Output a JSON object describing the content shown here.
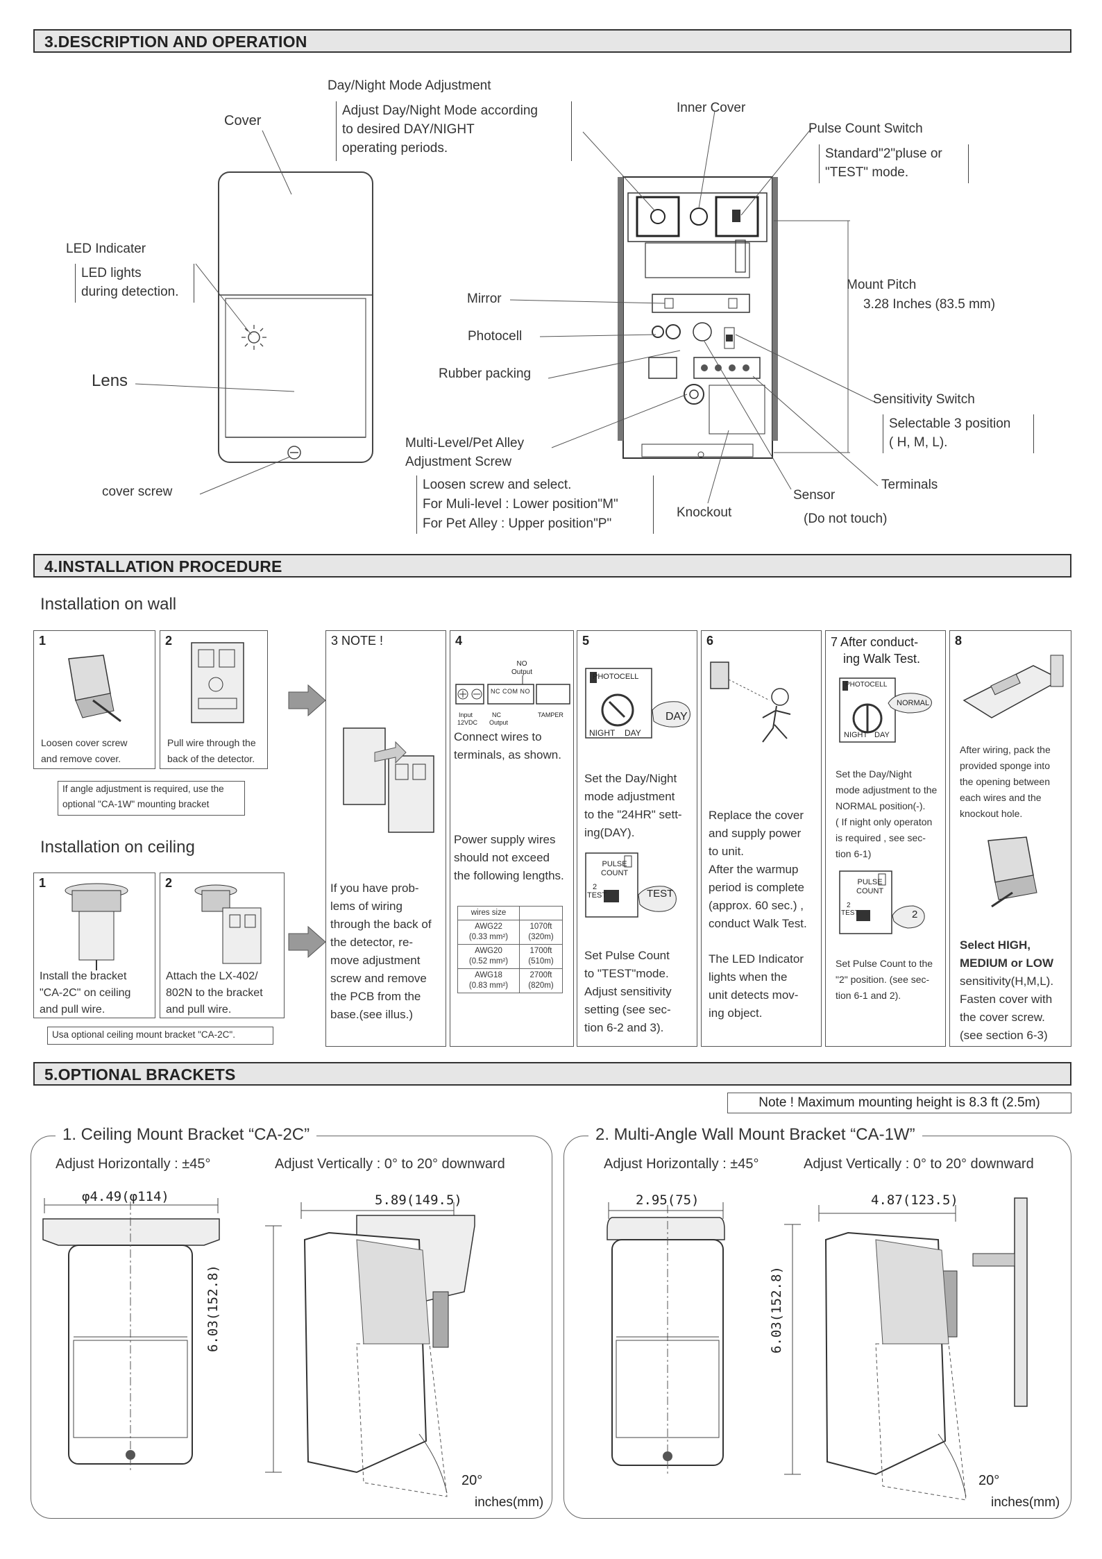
{
  "sec3": {
    "title": "3.DESCRIPTION AND OPERATION",
    "day_night_title": "Day/Night Mode Adjustment",
    "day_night_lines": [
      "Adjust Day/Night Mode according",
      "to desired DAY/NIGHT",
      "operating periods."
    ],
    "cover": "Cover",
    "led_title": "LED Indicater",
    "led_lines": [
      "LED lights",
      "during detection."
    ],
    "lens": "Lens",
    "cover_screw": "cover screw",
    "inner_cover": "Inner Cover",
    "pulse_title": "Pulse Count Switch",
    "pulse_lines": [
      "Standard\"2\"pluse or",
      "\"TEST\" mode."
    ],
    "mirror": "Mirror",
    "photocell": "Photocell",
    "rubber": "Rubber packing",
    "multilevel_lines": [
      "Multi-Level/Pet Alley",
      "Adjustment Screw"
    ],
    "loosen_lines": [
      "Loosen screw and select.",
      "For Muli-level : Lower position\"M\"",
      "For Pet Alley : Upper position\"P\""
    ],
    "mount_pitch_title": "Mount Pitch",
    "mount_pitch_value": "3.28 Inches (83.5 mm)",
    "sens_title": "Sensitivity Switch",
    "sens_lines": [
      "Selectable 3 position",
      "( H, M, L)."
    ],
    "terminals": "Terminals",
    "sensor": "Sensor",
    "sensor_note": "(Do not touch)",
    "knockout": "Knockout"
  },
  "sec4": {
    "title": "4.INSTALLATION PROCEDURE",
    "wall_title": "Installation on wall",
    "ceiling_title": "Installation on ceiling",
    "wall1": {
      "num": "1",
      "lines": [
        "Loosen cover screw",
        "and remove cover."
      ]
    },
    "wall2": {
      "num": "2",
      "lines": [
        "Pull wire through the",
        "back of the detector."
      ]
    },
    "wall_note": [
      "If angle adjustment is required, use the",
      "optional \"CA-1W\" mounting bracket"
    ],
    "ceil1": {
      "num": "1",
      "lines": [
        "Install the bracket",
        "\"CA-2C\" on ceiling",
        "and pull wire."
      ]
    },
    "ceil2": {
      "num": "2",
      "lines": [
        "Attach the LX-402/",
        "802N to the bracket",
        "and pull wire."
      ]
    },
    "ceil_note": "Usa optional ceiling mount bracket \"CA-2C\".",
    "p3": {
      "num": "3 NOTE !",
      "lines": [
        "If you have prob-",
        "lems of wiring",
        "through the back of",
        "the detector, re-",
        "move adjustment",
        "screw and remove",
        "the PCB from the",
        "base.(see illus.)"
      ]
    },
    "p4": {
      "num": "4",
      "term_no_output": [
        "NO",
        "Output"
      ],
      "term_labels": [
        "Input",
        "12VDC",
        "NC",
        "Output",
        "TAMPER"
      ],
      "term_cells": [
        "NC",
        "COM",
        "NO"
      ],
      "lines1": [
        "Connect wires to",
        "terminals, as shown."
      ],
      "lines2": [
        "Power supply wires",
        "should not exceed",
        "the following lengths."
      ],
      "table_header": "wires size",
      "table_rows": [
        {
          "awg": "AWG22",
          "mm": "(0.33 mm²)",
          "ft": "1070ft",
          "m": "(320m)"
        },
        {
          "awg": "AWG20",
          "mm": "(0.52 mm²)",
          "ft": "1700ft",
          "m": "(510m)"
        },
        {
          "awg": "AWG18",
          "mm": "(0.83 mm²)",
          "ft": "2700ft",
          "m": "(820m)"
        }
      ]
    },
    "p5": {
      "num": "5",
      "photocell": "PHOTOCELL",
      "night": "NIGHT",
      "day": "DAY",
      "bubble": "DAY",
      "lines1": [
        "Set the Day/Night",
        "mode adjustment",
        "to the \"24HR\" sett-",
        "ing(DAY)."
      ],
      "pulse": [
        "PULSE",
        "COUNT"
      ],
      "two": "2",
      "test": "TEST",
      "test_bubble": "TEST",
      "lines2": [
        "Set Pulse Count",
        "to \"TEST\"mode.",
        "Adjust sensitivity",
        "setting (see sec-",
        "tion 6-2 and 3)."
      ]
    },
    "p6": {
      "num": "6",
      "lines1": [
        "Replace the cover",
        "and supply power",
        "to unit.",
        "After the warmup",
        "period is complete",
        "(approx. 60 sec.) ,",
        "conduct Walk Test."
      ],
      "lines2": [
        "The LED Indicator",
        "lights when the",
        "unit detects mov-",
        "ing object."
      ]
    },
    "p7": {
      "num": "7 After conduct-",
      "num2": "ing Walk Test.",
      "photocell": "PHOTOCELL",
      "normal": "NORMAL",
      "night": "NIGHT",
      "day": "DAY",
      "lines1": [
        "Set the Day/Night",
        "mode adjustment to the",
        "NORMAL position(-).",
        "( If night only operaton",
        "is required , see sec-",
        "tion 6-1)"
      ],
      "pulse": [
        "PULSE",
        "COUNT"
      ],
      "two": "2",
      "test": "TEST",
      "bubble": "2",
      "lines2": [
        "Set Pulse Count to the",
        "\"2\" position. (see sec-",
        "tion 6-1 and 2)."
      ]
    },
    "p8": {
      "num": "8",
      "lines1": [
        "After wiring, pack the",
        "provided sponge into",
        "the opening between",
        "each wires and the",
        "knockout hole."
      ],
      "lines2": [
        "Select HIGH,",
        "MEDIUM or LOW",
        "sensitivity(H,M,L).",
        "Fasten cover with",
        "the cover screw.",
        "(see section 6-3)"
      ]
    }
  },
  "sec5": {
    "title": "5.OPTIONAL BRACKETS",
    "note": "Note ! Maximum mounting height is 8.3 ft (2.5m)",
    "b1": {
      "title": "1. Ceiling Mount Bracket “CA-2C”",
      "adj_h": "Adjust Horizontally : ±45°",
      "adj_v": "Adjust Vertically : 0° to 20° downward",
      "dim_w": "φ4.49(φ114)",
      "dim_depth": "5.89(149.5)",
      "dim_h": "6.03(152.8)",
      "angle": "20°",
      "units": "inches(mm)"
    },
    "b2": {
      "title": "2. Multi-Angle Wall Mount Bracket “CA-1W”",
      "adj_h": "Adjust Horizontally : ±45°",
      "adj_v": "Adjust Vertically : 0° to 20° downward",
      "dim_w": "2.95(75)",
      "dim_depth": "4.87(123.5)",
      "dim_h": "6.03(152.8)",
      "angle": "20°",
      "units": "inches(mm)"
    }
  }
}
